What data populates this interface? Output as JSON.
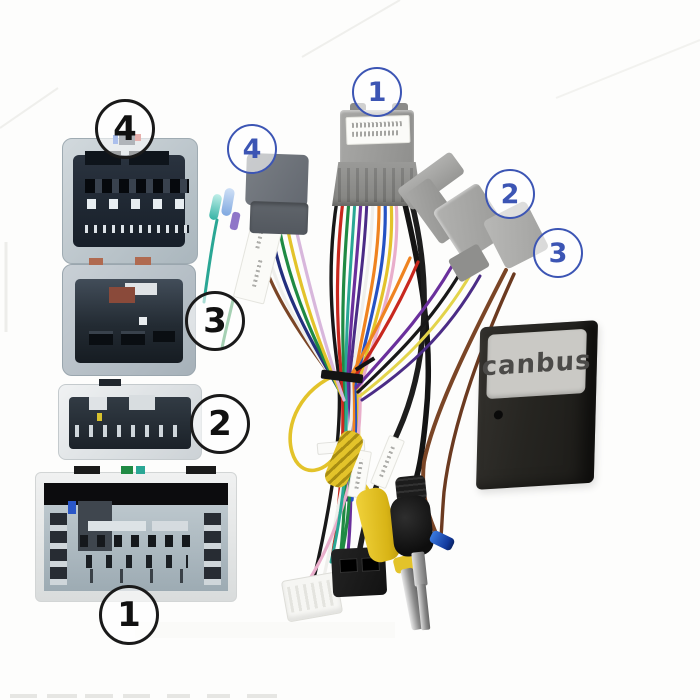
{
  "image": {
    "type": "product-photo",
    "subject": "car stereo wiring harness with canbus decoder box",
    "background_color": "#ffffff"
  },
  "callouts": {
    "photo_circle_color": "#1a1a1a",
    "photo_circles": [
      {
        "label": "4"
      },
      {
        "label": "3"
      },
      {
        "label": "2"
      },
      {
        "label": "1"
      }
    ],
    "harness_circle_color": "#3c55b4",
    "harness_circles": [
      {
        "label": "1"
      },
      {
        "label": "4"
      },
      {
        "label": "2"
      },
      {
        "label": "3"
      }
    ]
  },
  "canbus_box": {
    "label": "canbus",
    "body_color": "#27251f",
    "label_bg": "#cac9c5",
    "label_text_color": "#4b4a48"
  },
  "wire_palette": {
    "black": "#181818",
    "red": "#c8281e",
    "green": "#1f8a43",
    "teal": "#2aa795",
    "purple": "#6a2f9c",
    "violet": "#4b2c86",
    "orange": "#ef8320",
    "blue": "#2452c4",
    "yellow": "#e3c32a",
    "brown": "#7a4526",
    "pink": "#e9aecb",
    "white_wire": "#efefec"
  }
}
